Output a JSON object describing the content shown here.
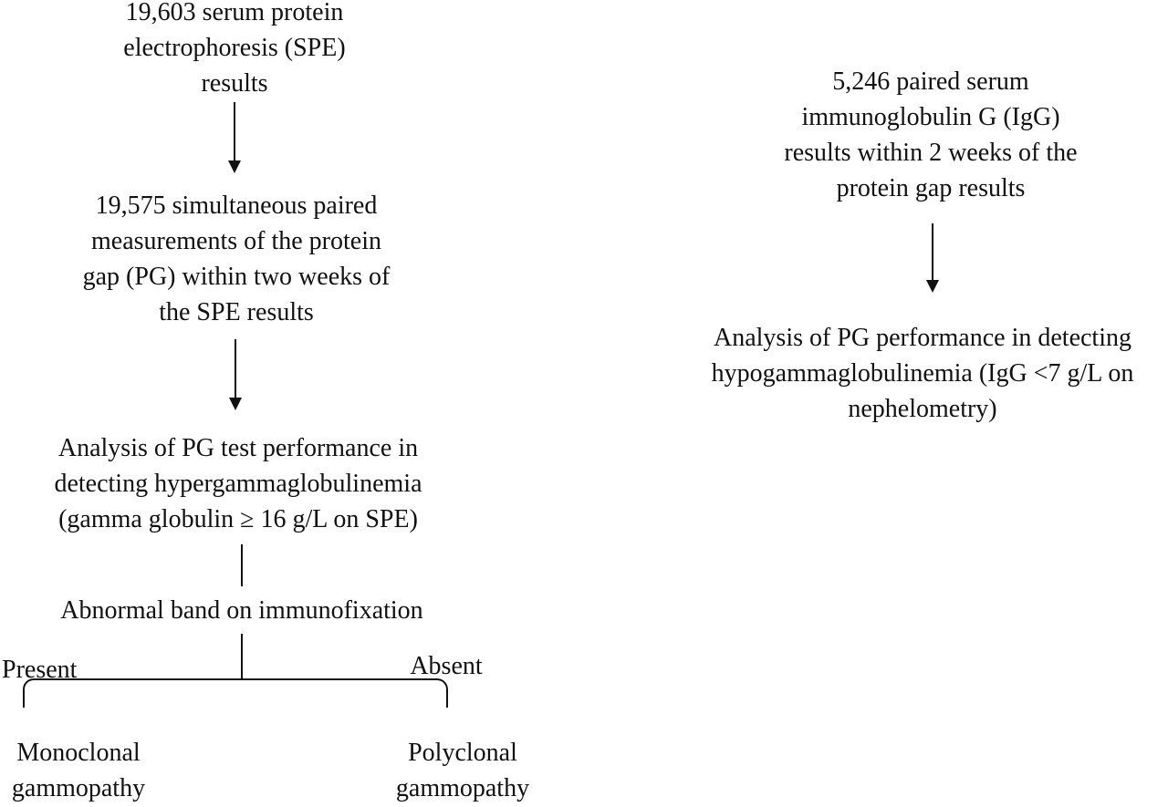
{
  "diagram": {
    "background_color": "#ffffff",
    "line_color": "#111111",
    "text_color": "#111111",
    "left_flow": {
      "node_spe_results": "19,603 serum protein\nelectrophoresis (SPE)\nresults",
      "node_pg_measurements": "19,575 simultaneous paired\nmeasurements of the protein\ngap (PG) within two weeks of\nthe SPE results",
      "node_hyper_analysis": "Analysis of PG test performance in\ndetecting hypergammaglobulinemia\n(gamma globulin ≥ 16 g/L on SPE)",
      "decision_label": "Abnormal band on immunofixation",
      "branch_left_label": "Present",
      "branch_right_label": "Absent",
      "outcome_left": "Monoclonal\ngammopathy",
      "outcome_right": "Polyclonal\ngammopathy"
    },
    "right_flow": {
      "node_igg_results": "5,246 paired serum\nimmunoglobulin G (IgG)\nresults within 2 weeks of the\nprotein gap results",
      "node_hypo_analysis": "Analysis of PG performance in detecting\nhypogammaglobulinemia (IgG <7 g/L on\nnephelometry)"
    }
  }
}
